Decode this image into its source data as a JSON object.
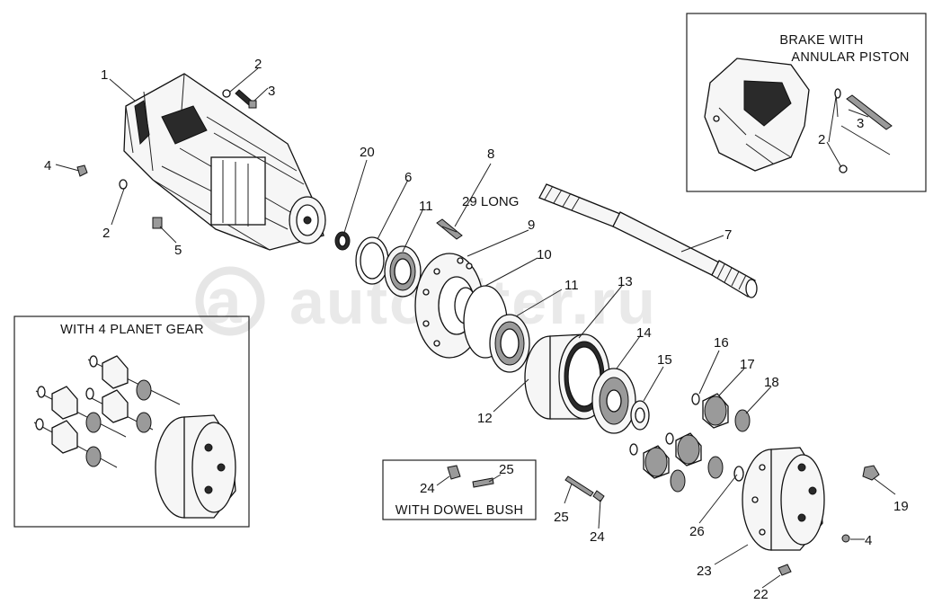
{
  "watermark": "autopiter.ru",
  "insets": {
    "brake": {
      "line1": "BRAKE WITH",
      "line2": "ANNULAR PISTON"
    },
    "planet": {
      "title": "WITH 4 PLANET GEAR"
    },
    "dowel": {
      "title": "WITH DOWEL BUSH"
    }
  },
  "note_long": "29  LONG",
  "callouts": [
    "1",
    "2",
    "3",
    "4",
    "2",
    "5",
    "20",
    "6",
    "11",
    "8",
    "9",
    "10",
    "11",
    "7",
    "13",
    "12",
    "14",
    "15",
    "16",
    "17",
    "18",
    "19",
    "26",
    "4",
    "23",
    "22",
    "25",
    "24",
    "25",
    "24",
    "2",
    "3",
    "2"
  ]
}
